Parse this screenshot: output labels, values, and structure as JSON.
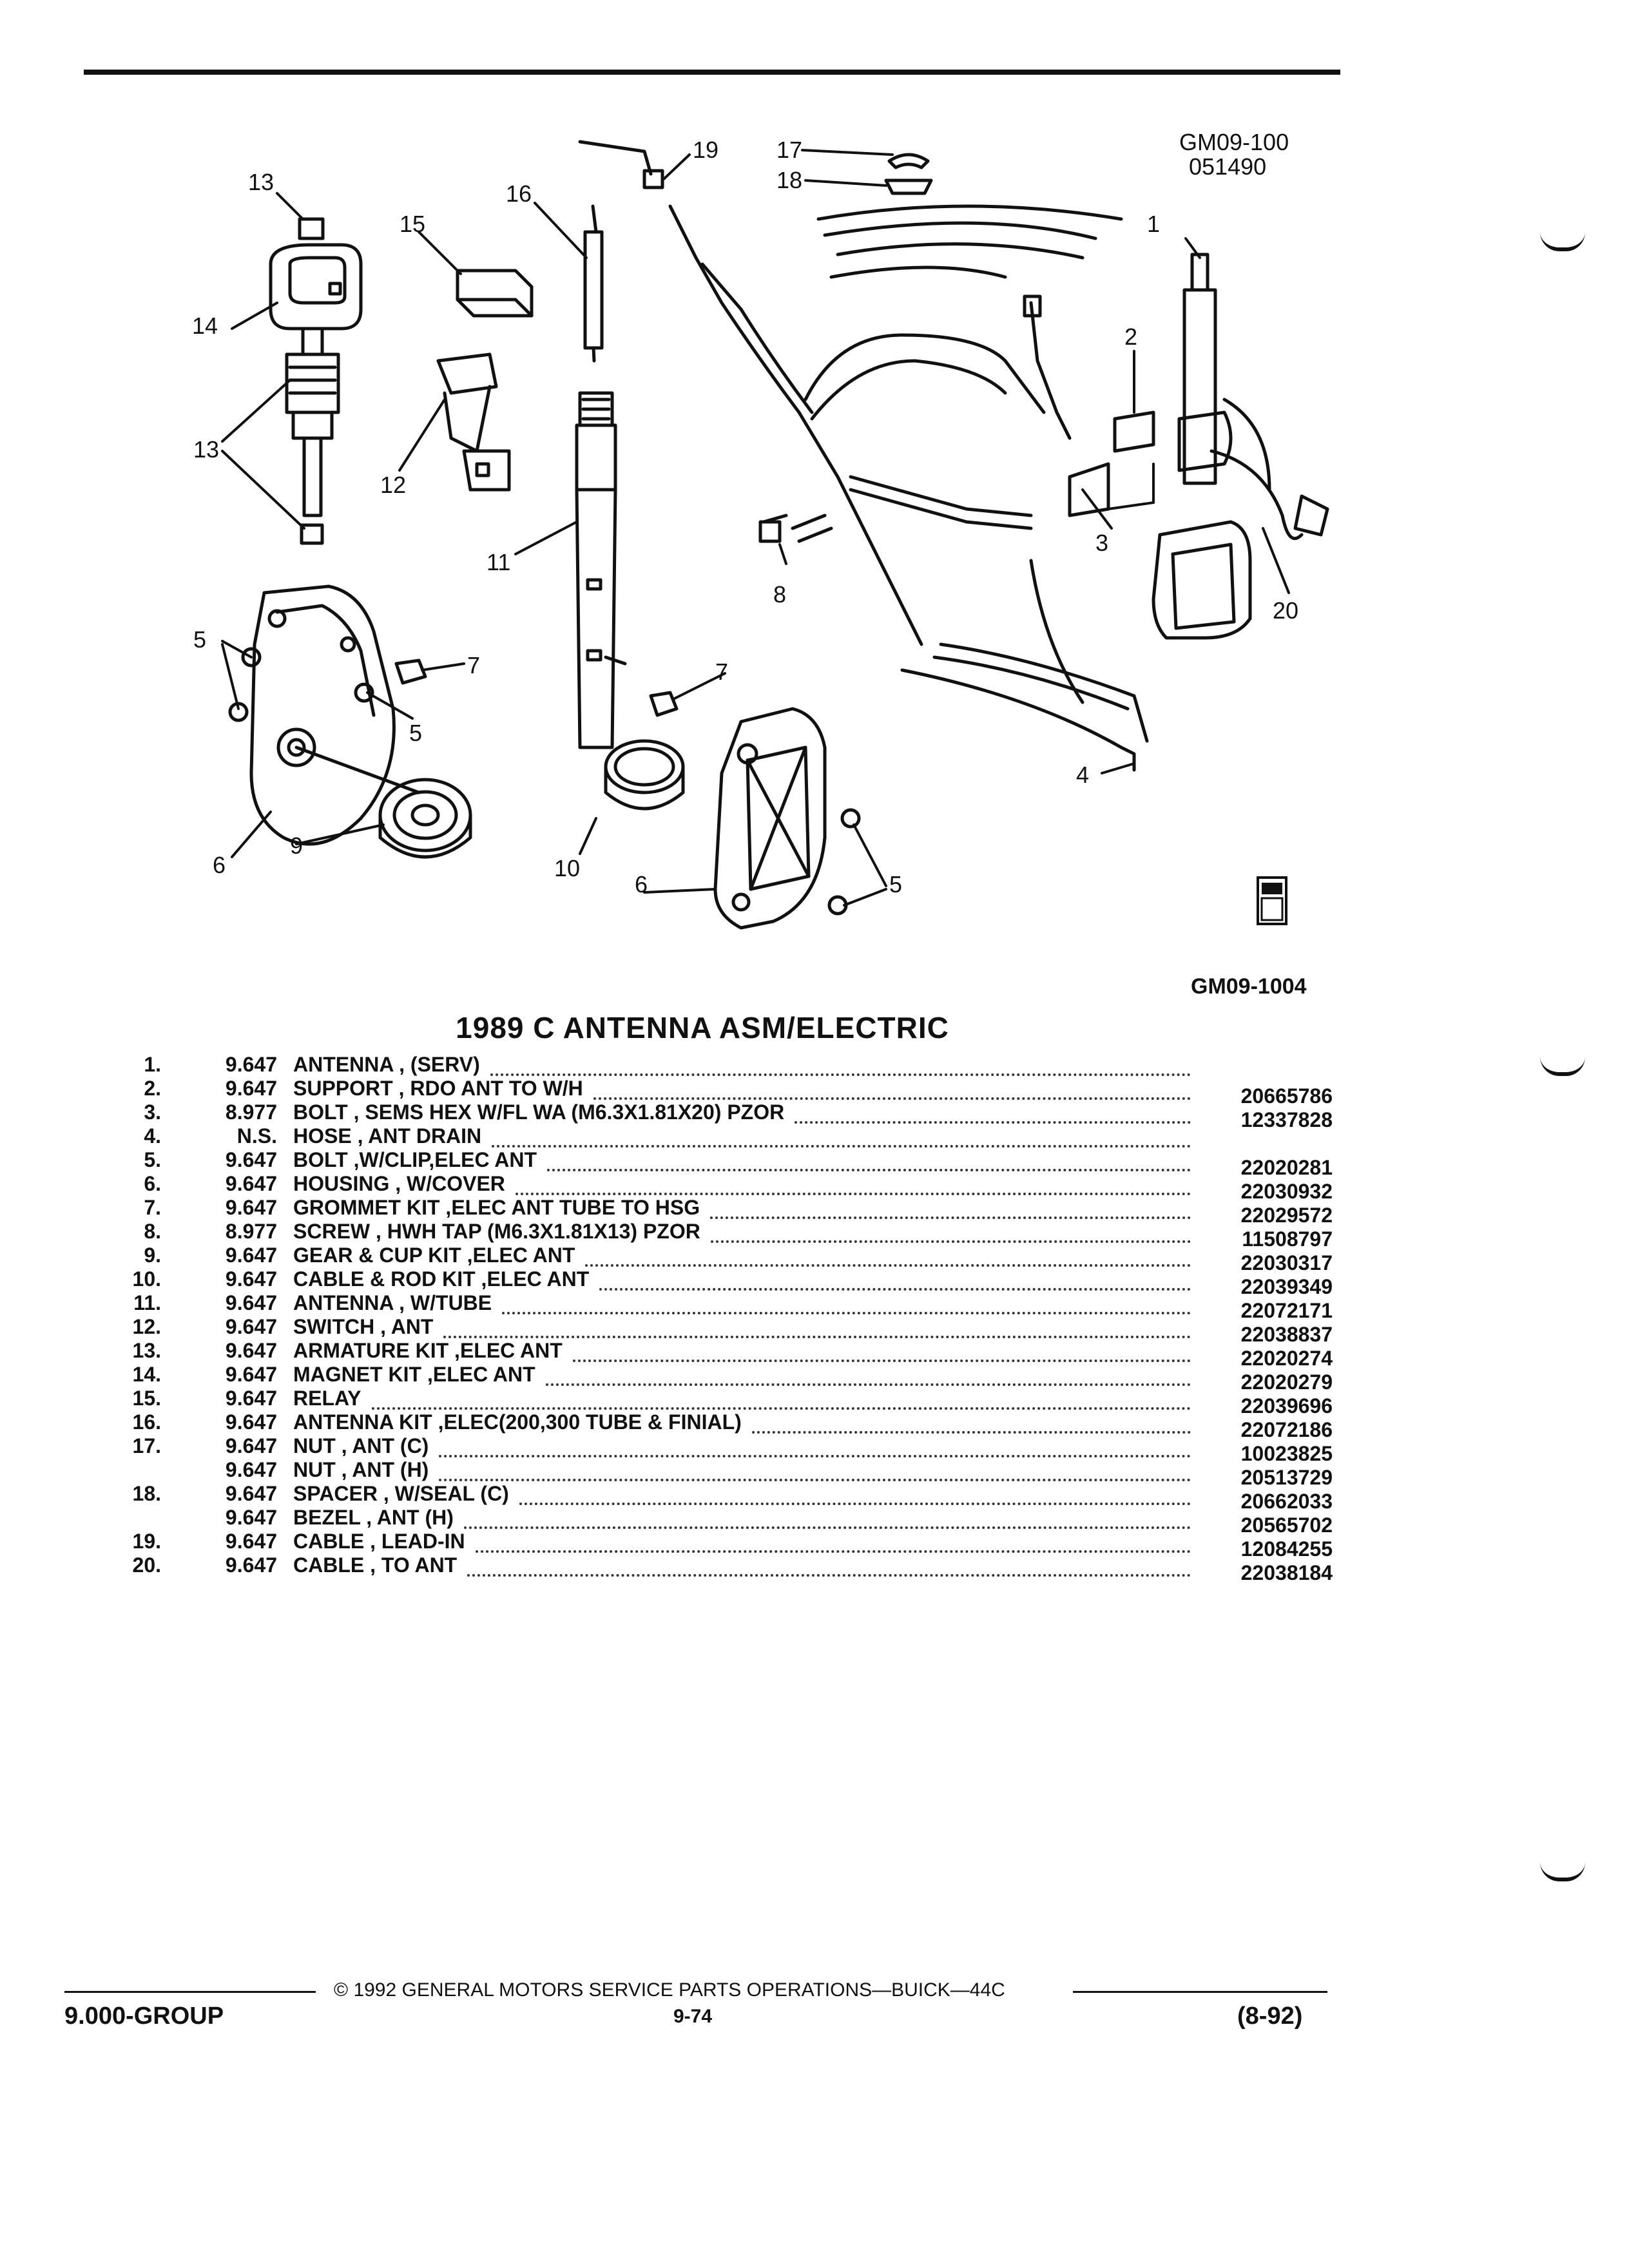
{
  "figure": {
    "code_top": "GM09-100",
    "code_top_2": "051490",
    "code_bottom": "GM09-1004",
    "spo_logo": "gm spo",
    "callouts": [
      "1",
      "2",
      "3",
      "4",
      "5",
      "6",
      "7",
      "8",
      "9",
      "10",
      "11",
      "12",
      "13",
      "14",
      "15",
      "16",
      "17",
      "18",
      "19",
      "20"
    ]
  },
  "title": "1989 C ANTENNA ASM/ELECTRIC",
  "parts": [
    {
      "num": "1.",
      "group": "9.647",
      "desc": "ANTENNA , (SERV)",
      "part_no": ""
    },
    {
      "num": "2.",
      "group": "9.647",
      "desc": "SUPPORT , RDO ANT TO W/H",
      "part_no": "20665786"
    },
    {
      "num": "3.",
      "group": "8.977",
      "desc": "BOLT , SEMS HEX W/FL WA (M6.3X1.81X20) PZOR",
      "part_no": "12337828"
    },
    {
      "num": "4.",
      "group": "N.S.",
      "desc": "HOSE , ANT DRAIN",
      "part_no": ""
    },
    {
      "num": "5.",
      "group": "9.647",
      "desc": "BOLT ,W/CLIP,ELEC ANT",
      "part_no": "22020281"
    },
    {
      "num": "6.",
      "group": "9.647",
      "desc": "HOUSING , W/COVER",
      "part_no": "22030932"
    },
    {
      "num": "7.",
      "group": "9.647",
      "desc": "GROMMET KIT ,ELEC ANT TUBE TO HSG",
      "part_no": "22029572"
    },
    {
      "num": "8.",
      "group": "8.977",
      "desc": "SCREW , HWH TAP (M6.3X1.81X13) PZOR",
      "part_no": "11508797"
    },
    {
      "num": "9.",
      "group": "9.647",
      "desc": "GEAR & CUP KIT ,ELEC ANT",
      "part_no": "22030317"
    },
    {
      "num": "10.",
      "group": "9.647",
      "desc": "CABLE & ROD KIT ,ELEC ANT",
      "part_no": "22039349"
    },
    {
      "num": "11.",
      "group": "9.647",
      "desc": "ANTENNA , W/TUBE",
      "part_no": "22072171"
    },
    {
      "num": "12.",
      "group": "9.647",
      "desc": "SWITCH , ANT",
      "part_no": "22038837"
    },
    {
      "num": "13.",
      "group": "9.647",
      "desc": "ARMATURE KIT ,ELEC ANT",
      "part_no": "22020274"
    },
    {
      "num": "14.",
      "group": "9.647",
      "desc": "MAGNET KIT ,ELEC ANT",
      "part_no": "22020279"
    },
    {
      "num": "15.",
      "group": "9.647",
      "desc": "RELAY",
      "part_no": "22039696"
    },
    {
      "num": "16.",
      "group": "9.647",
      "desc": "ANTENNA KIT ,ELEC(200,300 TUBE & FINIAL)",
      "part_no": "22072186"
    },
    {
      "num": "17.",
      "group": "9.647",
      "desc": "NUT , ANT (C)",
      "part_no": "10023825"
    },
    {
      "num": "",
      "group": "9.647",
      "desc": "NUT , ANT (H)",
      "part_no": "20513729"
    },
    {
      "num": "18.",
      "group": "9.647",
      "desc": "SPACER , W/SEAL (C)",
      "part_no": "20662033"
    },
    {
      "num": "",
      "group": "9.647",
      "desc": "BEZEL , ANT (H)",
      "part_no": "20565702"
    },
    {
      "num": "19.",
      "group": "9.647",
      "desc": "CABLE , LEAD-IN",
      "part_no": "12084255"
    },
    {
      "num": "20.",
      "group": "9.647",
      "desc": "CABLE , TO ANT",
      "part_no": "22038184"
    }
  ],
  "footer": {
    "copyright": "© 1992 GENERAL MOTORS SERVICE PARTS OPERATIONS—BUICK—44C",
    "group": "9.000-GROUP",
    "page": "9-74",
    "date": "(8-92)"
  }
}
